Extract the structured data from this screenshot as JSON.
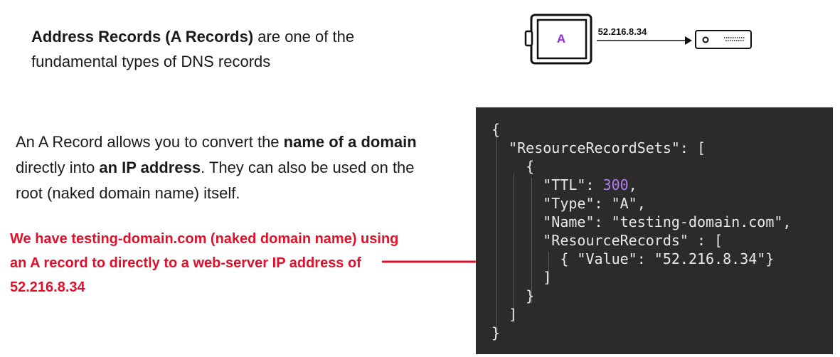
{
  "intro": {
    "bold": "Address Records (A Records)",
    "rest": " are one of the fundamental types of DNS records"
  },
  "explanation": {
    "p1": "An A Record allows you to convert the ",
    "b1": "name of a domain",
    "p2": " directly into ",
    "b2": "an IP address",
    "p3": ". They can also be used on the root (naked domain name) itself."
  },
  "callout": "We have testing-domain.com (naked domain name) using an  A record to directly to a web-server IP address of 52.216.8.34",
  "diagram": {
    "record_label": "A",
    "ip_label": "52.216.8.34",
    "icons": [
      "tablet-icon",
      "server-icon"
    ]
  },
  "code": {
    "lines": [
      "{",
      "  \"ResourceRecordSets\": [",
      "    {",
      "      \"TTL\": ",
      "      \"Type\": \"A\",",
      "      \"Name\": \"testing-domain.com\",",
      "      \"ResourceRecords\" : [",
      "        { \"Value\": \"52.216.8.34\"}",
      "      ]",
      "    }",
      "  ]",
      "}"
    ],
    "ttl_value": "300",
    "ttl_suffix": ","
  },
  "colors": {
    "accent_red": "#e0102a",
    "code_bg": "#2b2b2b",
    "number_purple": "#b07cf0",
    "record_purple": "#8a2be2"
  }
}
